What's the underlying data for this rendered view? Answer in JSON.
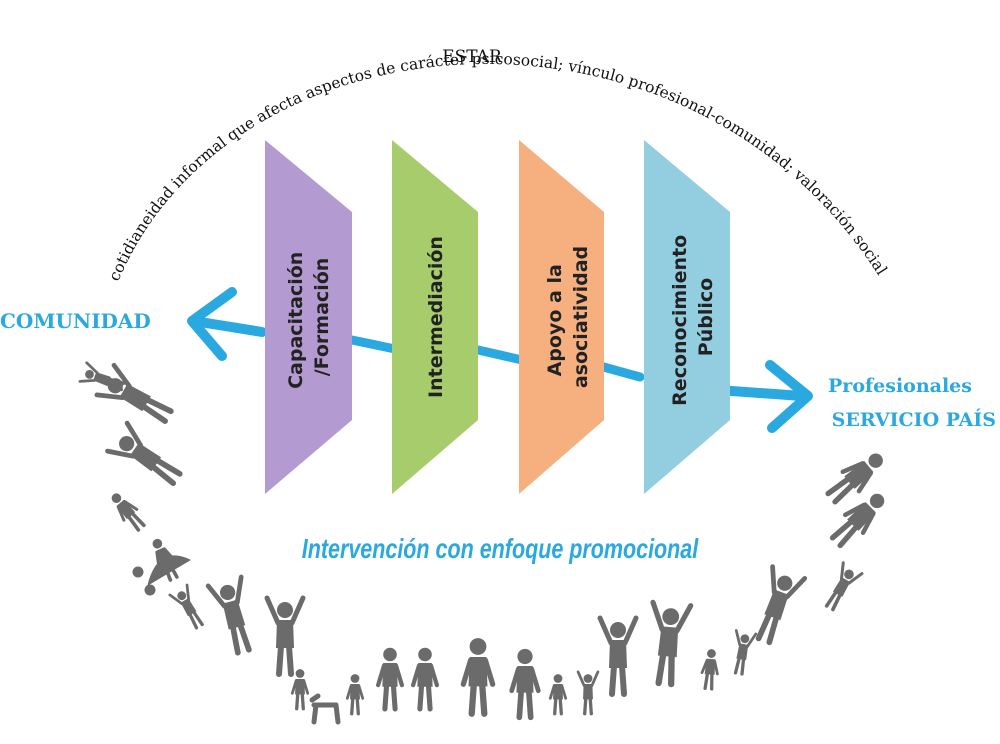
{
  "diagram": {
    "arc_text": "cotidianeidad informal que afecta aspectos de carácter psicosocial; vínculo profesional-comunidad; valoración social",
    "estar_label": "ESTAR",
    "left_label": "COMUNIDAD",
    "right_label_line1": "Profesionales",
    "right_label_line2": "SERVICIO PAÍS",
    "bottom_label": "Intervención con enfoque promocional",
    "panels": [
      {
        "line1": "Capacitación",
        "line2": "/Formación",
        "color": "#b39ad0"
      },
      {
        "line1": "Intermediación",
        "line2": "",
        "color": "#a6cc6b"
      },
      {
        "line1": "Apoyo a la",
        "line2": "asociatividad",
        "color": "#f6b07f"
      },
      {
        "line1": "Reconocimiento",
        "line2": "Público",
        "color": "#93cde0"
      }
    ],
    "accent_color": "#2aa8e0",
    "figure_color": "#6b6b6b"
  }
}
